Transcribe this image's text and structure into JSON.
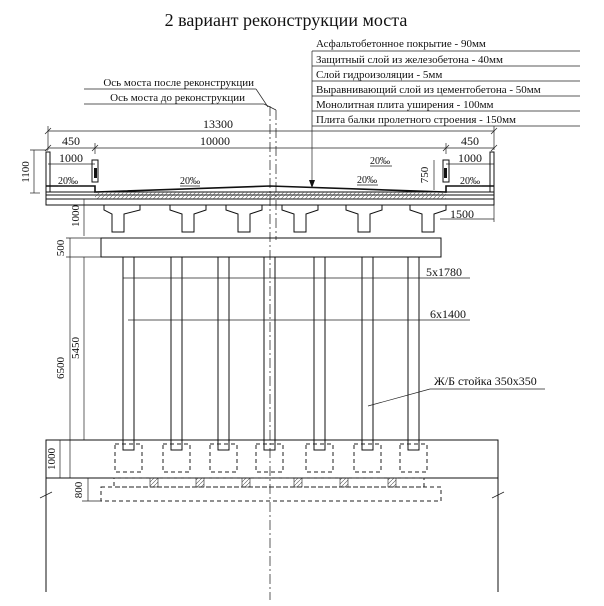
{
  "title": "2 вариант реконструкции моста",
  "layers": [
    "Асфальтобетонное покрытие - 90мм",
    "Защитный слой из железобетона - 40мм",
    "Слой гидроизоляции - 5мм",
    "Выравнивающий слой из цементобетона - 50мм",
    "Монолитная плита уширения - 100мм",
    "Плита балки пролетного строения - 150мм"
  ],
  "axis_labels": {
    "after": "Ось моста после реконструкции",
    "before": "Ось моста до реконструкции"
  },
  "dimensions": {
    "total_width": "13300",
    "roadway": "10000",
    "left_sidewalk": "450",
    "right_sidewalk": "450",
    "left_inner": "1000",
    "right_inner": "1000",
    "railing_height": "1100",
    "curb": "750",
    "beam_depth": "1000",
    "cantilever": "1500",
    "cap_depth": "500",
    "column_height": "5450",
    "total_height": "6500",
    "footing_depth": "1000",
    "base_depth": "800",
    "spacing_top": "5х1780",
    "spacing_bottom": "6х1400"
  },
  "slopes": {
    "left_sidewalk": "20‰",
    "road_left": "20‰",
    "road_right_upper": "20‰",
    "road_right_lower": "20‰",
    "right_sidewalk": "20‰"
  },
  "column_label": "Ж/Б стойка 350х350"
}
